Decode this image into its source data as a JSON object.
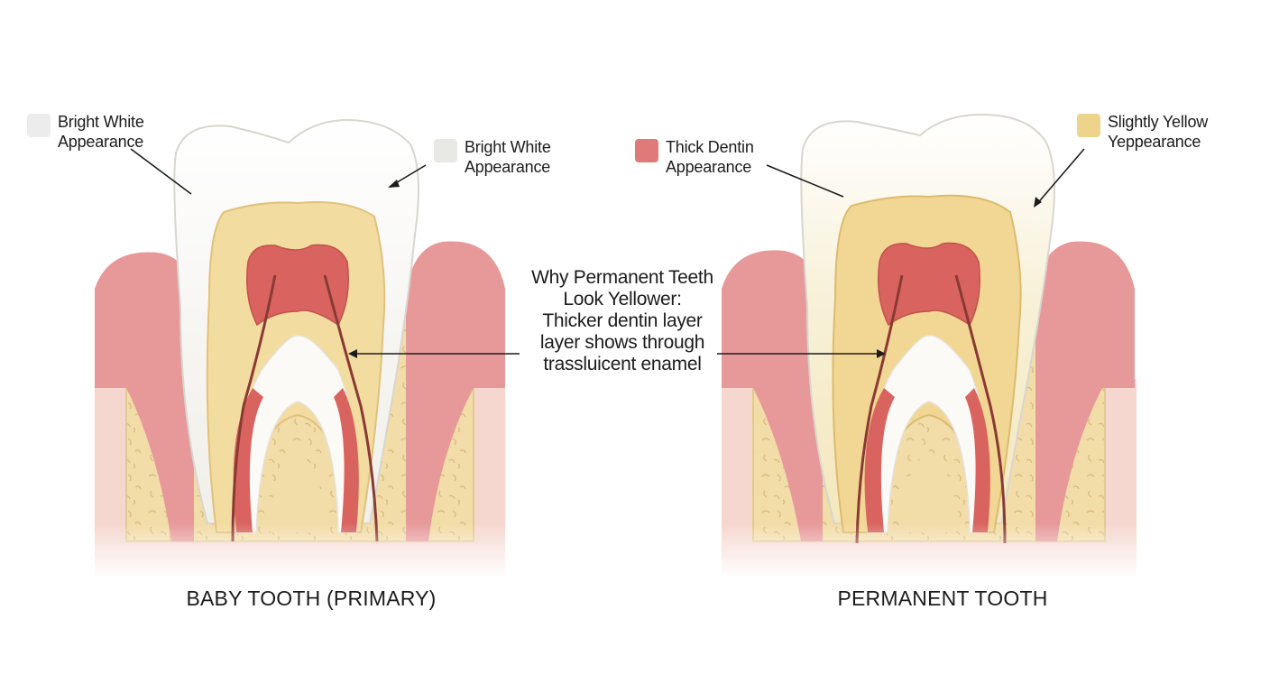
{
  "legend": {
    "baby_left": {
      "lines": [
        "Bright White",
        "Appearance"
      ],
      "swatch": "#ececec"
    },
    "baby_right": {
      "lines": [
        "Bright White",
        "Appearance"
      ],
      "swatch": "#e8e8e4"
    },
    "perm_left": {
      "lines": [
        "Thick Dentin",
        "Appearance"
      ],
      "swatch": "#e07a78"
    },
    "perm_right": {
      "lines": [
        "Slightly Yellow",
        "Yeppearance"
      ],
      "swatch": "#eed38a"
    }
  },
  "center_note": {
    "lines": [
      "Why Permanent Teeth",
      "Look Yellower:",
      "Thicker dentin layer",
      "layer shows through",
      "trassluicent enamel"
    ]
  },
  "captions": {
    "baby": "BABY TOOTH (PRIMARY)",
    "permanent": "PERMANENT TOOTH"
  },
  "colors": {
    "enamel": "#f7f7f5",
    "dentin": "#f3dca0",
    "pulp": "#d9645f",
    "gum": "#e7999a",
    "bone": "#f2dca8",
    "outline": "#d8c89a"
  }
}
